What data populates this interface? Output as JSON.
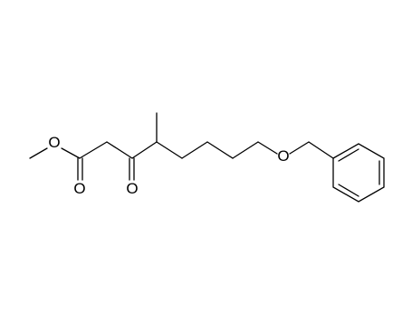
{
  "molecule": {
    "atom_labels": {
      "ester_ether_oxygen": "O",
      "ester_carbonyl_oxygen": "O",
      "ketone_oxygen": "O",
      "benzyl_ether_oxygen": "O"
    },
    "colors": {
      "bond": "#000000",
      "label": "#000000",
      "background": "#ffffff"
    }
  }
}
